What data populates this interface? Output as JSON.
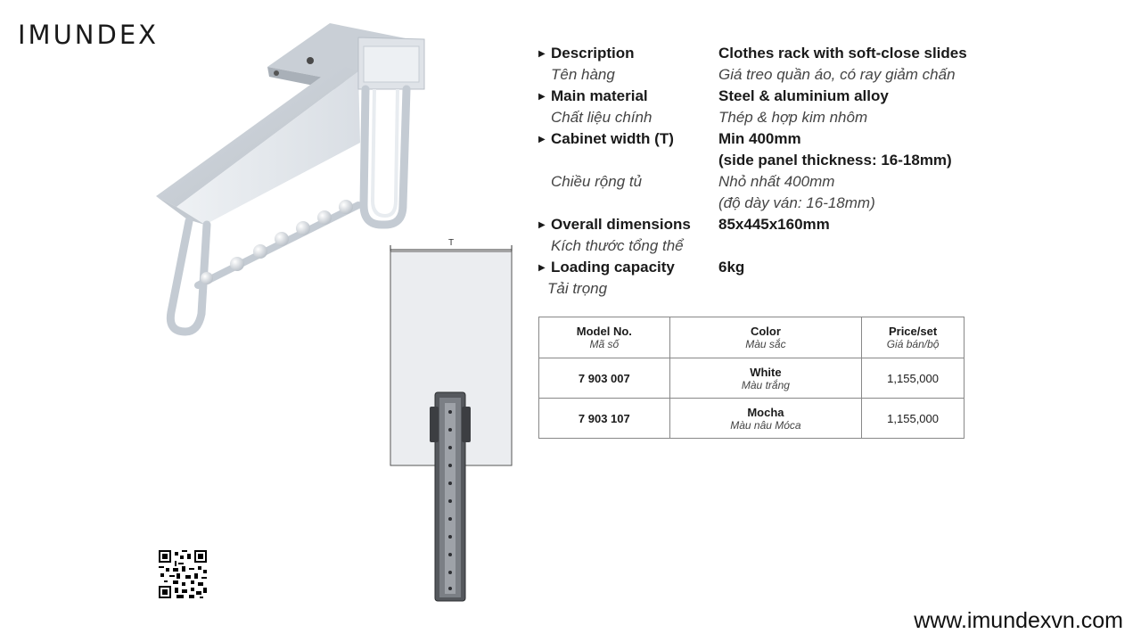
{
  "brand": "IMUNDEX",
  "website": "www.imundexvn.com",
  "specs": [
    {
      "label": "Description",
      "value": "Clothes rack with soft-close slides"
    },
    {
      "label_vi": "Tên hàng",
      "value_vi": "Giá treo quần áo, có ray giảm chấn"
    },
    {
      "label": "Main material",
      "value": "Steel & aluminium alloy"
    },
    {
      "label_vi": "Chất liệu chính",
      "value_vi": "Thép & hợp kim nhôm"
    },
    {
      "label": "Cabinet width (T)",
      "value": "Min 400mm"
    },
    {
      "value": "(side panel thickness: 16-18mm)"
    },
    {
      "label_vi": "Chiều rộng tủ",
      "value_vi": "Nhỏ nhất 400mm"
    },
    {
      "value_vi": "(độ dày ván: 16-18mm)"
    },
    {
      "label": "Overall dimensions",
      "value": "85x445x160mm"
    },
    {
      "label_vi": "Kích thước tổng thể"
    },
    {
      "label": "Loading capacity",
      "value": "6kg"
    },
    {
      "label_vi": "Tải trọng"
    }
  ],
  "table": {
    "headers": [
      {
        "en": "Model No.",
        "vi": "Mã số"
      },
      {
        "en": "Color",
        "vi": "Màu sắc"
      },
      {
        "en": "Price/set",
        "vi": "Giá bán/bộ"
      }
    ],
    "rows": [
      {
        "model": "7 903 007",
        "color": "White",
        "color_vi": "Màu trắng",
        "price": "1,155,000"
      },
      {
        "model": "7 903 107",
        "color": "Mocha",
        "color_vi": "Màu nâu Mócа",
        "price": "1,155,000"
      }
    ]
  },
  "diagram": {
    "dimension_label": "T"
  }
}
